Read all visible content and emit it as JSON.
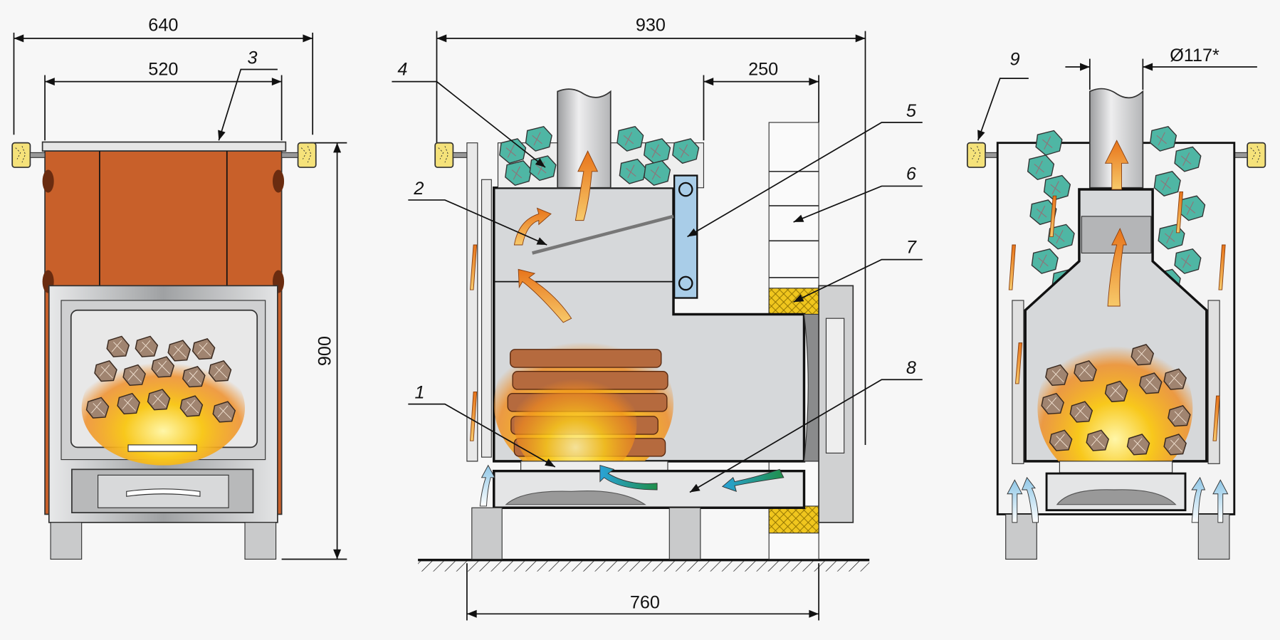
{
  "dimensions": {
    "overall_width": "640",
    "body_width": "520",
    "height": "900",
    "overall_depth": "930",
    "tunnel_length": "250",
    "base_depth": "760",
    "chimney_diameter": "Ø117*"
  },
  "callouts": [
    "1",
    "2",
    "3",
    "4",
    "5",
    "6",
    "7",
    "8",
    "9"
  ],
  "colors": {
    "body": "#c8602a",
    "steel": "#c9cacb",
    "firebox": "#d6d8da",
    "stone": "#4fb6a4",
    "flame": "#f6d21e",
    "handle": "#f5e27a",
    "water_tank": "#a9cde8",
    "insulation": "#e8c52a",
    "hot_arrow": "#f08a1e",
    "cold_arrow": "#8ec6e6"
  }
}
